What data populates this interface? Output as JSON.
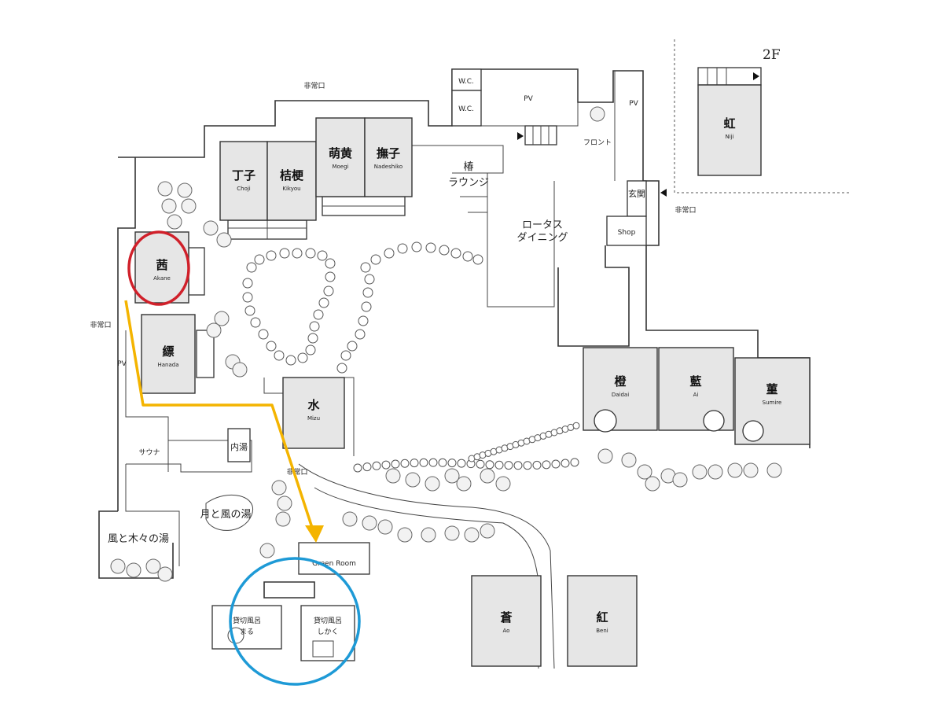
{
  "floor_label": "2F",
  "rooms": [
    {
      "id": "choji",
      "kanji": "丁子",
      "roman": "Choji"
    },
    {
      "id": "kikyou",
      "kanji": "桔梗",
      "roman": "Kikyou"
    },
    {
      "id": "moegi",
      "kanji": "萌黄",
      "roman": "Moegi"
    },
    {
      "id": "nadeshiko",
      "kanji": "撫子",
      "roman": "Nadeshiko"
    },
    {
      "id": "akane",
      "kanji": "茜",
      "roman": "Akane"
    },
    {
      "id": "hanada",
      "kanji": "縹",
      "roman": "Hanada"
    },
    {
      "id": "mizu",
      "kanji": "水",
      "roman": "Mizu"
    },
    {
      "id": "daidai",
      "kanji": "橙",
      "roman": "Daidai"
    },
    {
      "id": "ai",
      "kanji": "藍",
      "roman": "Ai"
    },
    {
      "id": "sumire",
      "kanji": "菫",
      "roman": "Sumire"
    },
    {
      "id": "ao",
      "kanji": "蒼",
      "roman": "Ao"
    },
    {
      "id": "beni",
      "kanji": "紅",
      "roman": "Beni"
    },
    {
      "id": "niji",
      "kanji": "虹",
      "roman": "Niji"
    }
  ],
  "labels": {
    "emergency_top": "非常口",
    "emergency_left": "非常口",
    "emergency_right": "非常口",
    "emergency_bottom": "非常口",
    "wc1": "W.C.",
    "wc2": "W.C.",
    "pv1": "PV",
    "pv2": "PV",
    "front": "フロント",
    "entrance": "玄関",
    "shop": "Shop",
    "lounge_kanji": "椿",
    "lounge": "ラウンジ",
    "dining1": "ロータス",
    "dining2": "ダイニング",
    "pv_left": "PV",
    "sauna": "サウナ",
    "indoor_bath": "内湯",
    "moon_bath": "月と風の湯",
    "wind_bath": "風と木々の湯",
    "green_room": "Green Room",
    "private_bath_label": "貸切風呂",
    "maru": "まる",
    "shikaku": "しかく"
  },
  "annotations": {
    "red_circle_color": "#d0202a",
    "yellow_route_color": "#f4b400",
    "blue_circle_color": "#1e9ad6"
  }
}
